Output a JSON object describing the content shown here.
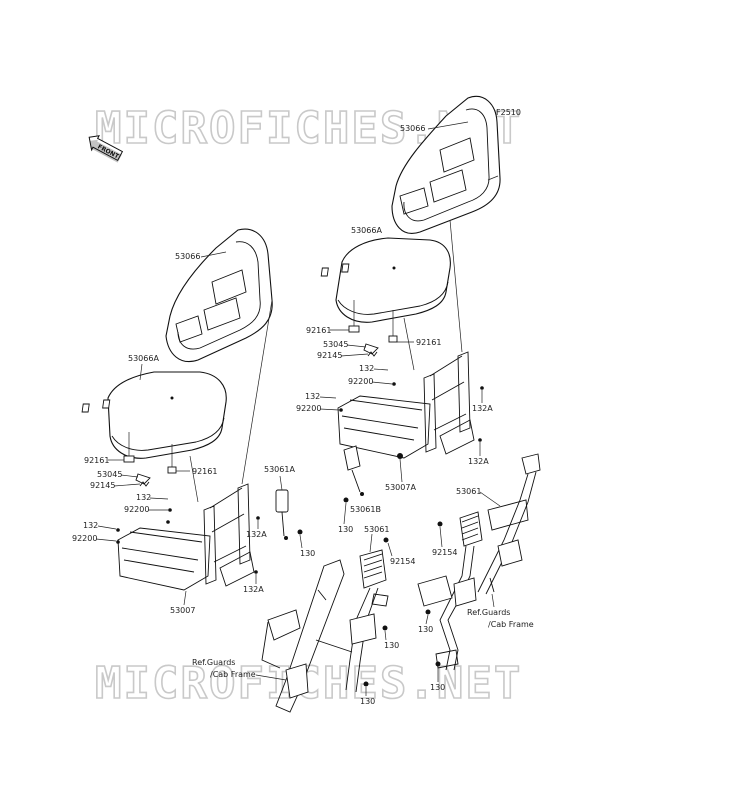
{
  "figure_code": "F2510",
  "watermark": "MICROFICHES.NET",
  "front_badge": "FRONT",
  "parts": {
    "seat_back_right": "53066",
    "seat_cushion_right": "53066A",
    "seat_back_left": "53066",
    "seat_cushion_left": "53066A",
    "grommet_r1": "92161",
    "grommet_r2": "92161",
    "bracket_r": "53045",
    "spring_r": "92145",
    "bolt_r1": "132",
    "nut_r": "92200",
    "bolt_r2": "132",
    "nut_r2": "92200",
    "bolt_r3": "132A",
    "bolt_r4": "132A",
    "seat_frame_r": "53007A",
    "buckle_r": "53061B",
    "bolt_r5": "130",
    "grommet_l1": "92161",
    "grommet_l2": "92161",
    "bracket_l": "53045",
    "spring_l": "92145",
    "bolt_l1": "132",
    "nut_l1": "92200",
    "bolt_l2": "132",
    "nut_l2": "92200",
    "bolt_l3": "132A",
    "bolt_l4": "132A",
    "seat_frame_l": "53007",
    "buckle_l": "53061A",
    "bolt_l5": "130",
    "belt_center": "53061",
    "collar_center": "92154",
    "bolt_c1": "130",
    "bolt_c2": "130",
    "belt_right": "53061",
    "collar_right": "92154",
    "bolt_rr1": "130",
    "bolt_rr2": "130"
  },
  "refs": {
    "left_line1": "Ref.Guards",
    "left_line2": "/Cab Frame",
    "right_line1": "Ref.Guards",
    "right_line2": "/Cab Frame"
  }
}
